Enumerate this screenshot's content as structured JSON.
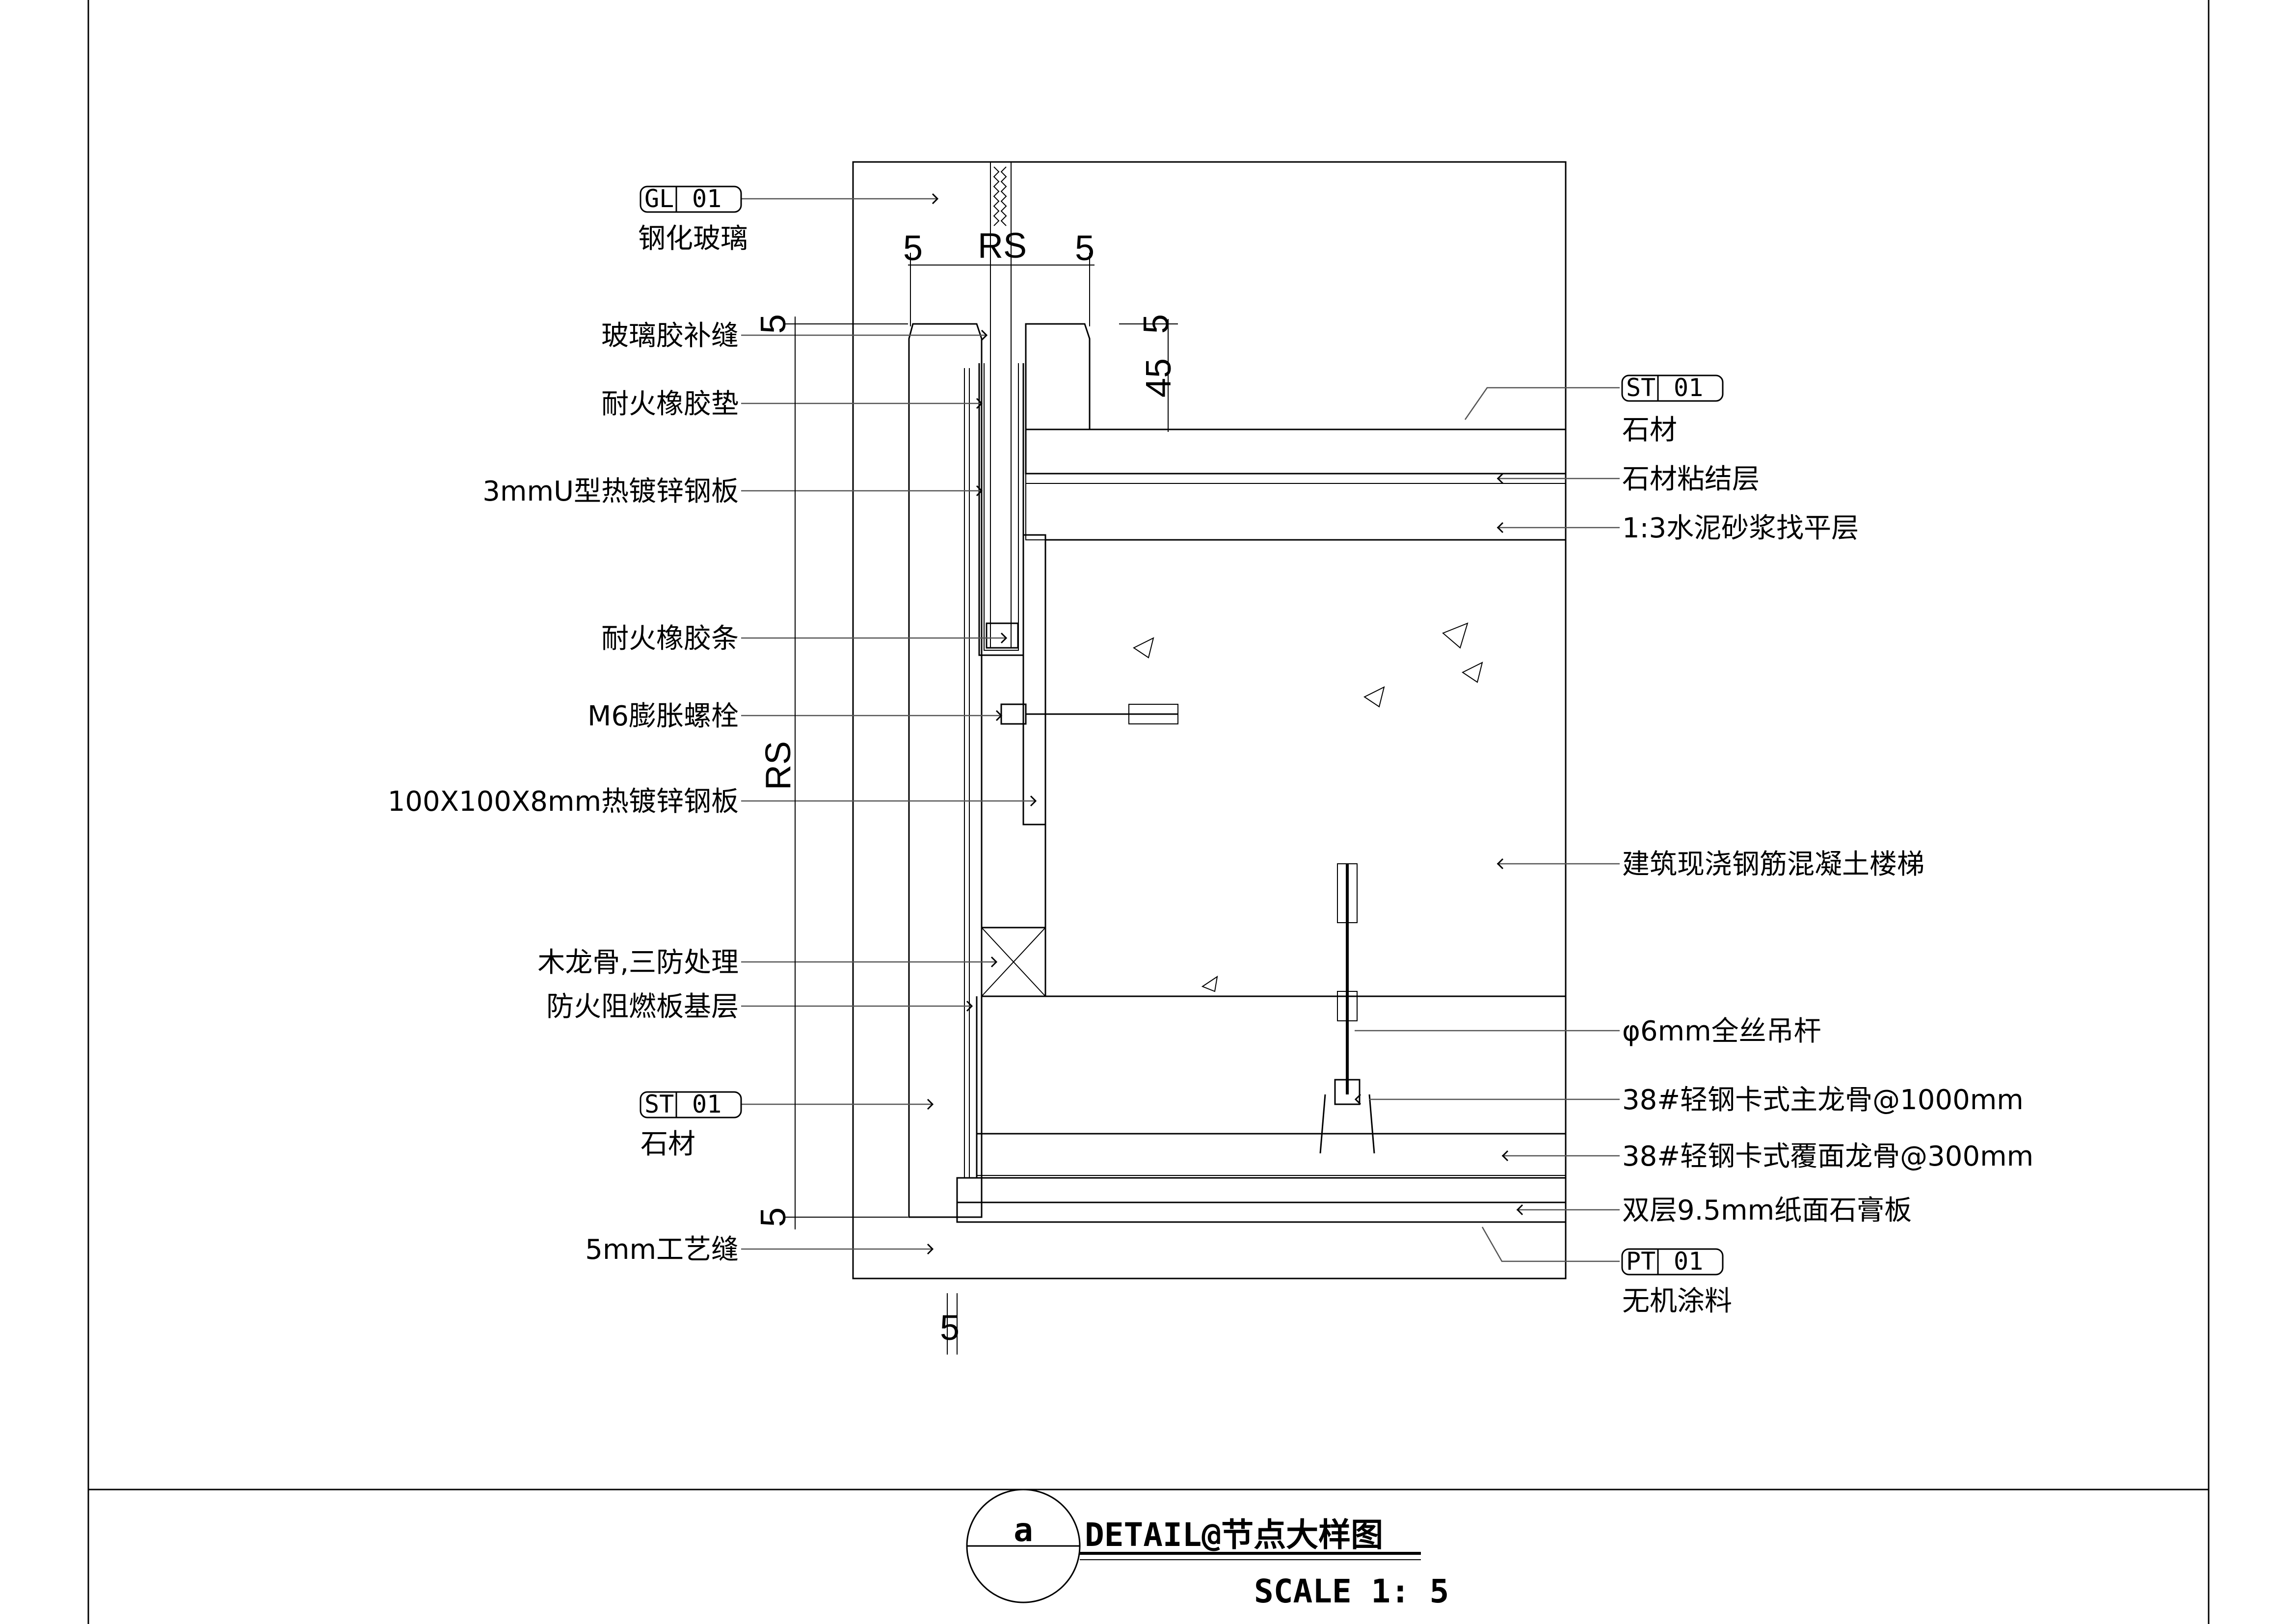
{
  "left_labels": [
    {
      "text": "钢化玻璃",
      "tag": "GL",
      "tag_num": "01"
    },
    {
      "text": "玻璃胶补缝"
    },
    {
      "text": "耐火橡胶垫"
    },
    {
      "text": "3mmU型热镀锌钢板"
    },
    {
      "text": "耐火橡胶条"
    },
    {
      "text": "M6膨胀螺栓"
    },
    {
      "text": "100X100X8mm热镀锌钢板"
    },
    {
      "text": "木龙骨,三防处理"
    },
    {
      "text": "防火阻燃板基层"
    },
    {
      "text": "石材",
      "tag": "ST",
      "tag_num": "01"
    },
    {
      "text": "5mm工艺缝"
    }
  ],
  "right_labels": [
    {
      "text": "石材",
      "tag": "ST",
      "tag_num": "01"
    },
    {
      "text": "石材粘结层"
    },
    {
      "text": "1:3水泥砂浆找平层"
    },
    {
      "text": "建筑现浇钢筋混凝土楼梯"
    },
    {
      "text": "φ6mm全丝吊杆"
    },
    {
      "text": "38#轻钢卡式主龙骨@1000mm"
    },
    {
      "text": "38#轻钢卡式覆面龙骨@300mm"
    },
    {
      "text": "双层9.5mm纸面石膏板"
    },
    {
      "text": "无机涂料",
      "tag": "PT",
      "tag_num": "01"
    }
  ],
  "dimensions": {
    "top_left": "5",
    "top_mid": "RS",
    "top_right": "5",
    "glass_top": "5",
    "step_right_small": "5",
    "step_right_big": "45",
    "vertical_rs": "RS",
    "bottom_left": "5",
    "bottom_gap": "5"
  },
  "title_block": {
    "symbol": "a",
    "title": "DETAIL@节点大样图",
    "scale": "SCALE 1: 5"
  }
}
